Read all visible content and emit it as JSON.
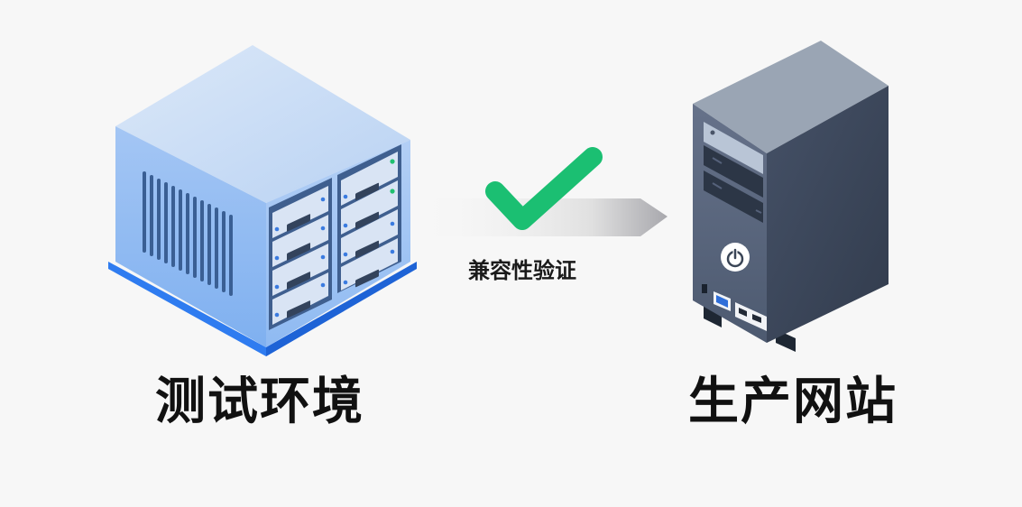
{
  "diagram": {
    "source": {
      "label": "测试环境",
      "icon": "server-rack-icon",
      "colors": {
        "top": "#c9dcf5",
        "left": "#8db8f0",
        "right": "#a9c8f3",
        "base": "#2f7cf0",
        "bay_frame": "#3f5f8f"
      },
      "drive_bays": {
        "left_column": 4,
        "right_column": 4,
        "active_leds": 2,
        "led_active_color": "#20c070",
        "led_idle_color": "#3a7be0"
      }
    },
    "connector": {
      "label": "兼容性验证",
      "icon": "checkmark-icon",
      "arrow_icon": "arrow-right-icon",
      "check_color": "#1bbf72"
    },
    "target": {
      "label": "生产网站",
      "icon": "tower-server-icon",
      "colors": {
        "top": "#9aa5b4",
        "front": "#5a6679",
        "side": "#3a4556",
        "feet": "#1e2733"
      }
    }
  }
}
